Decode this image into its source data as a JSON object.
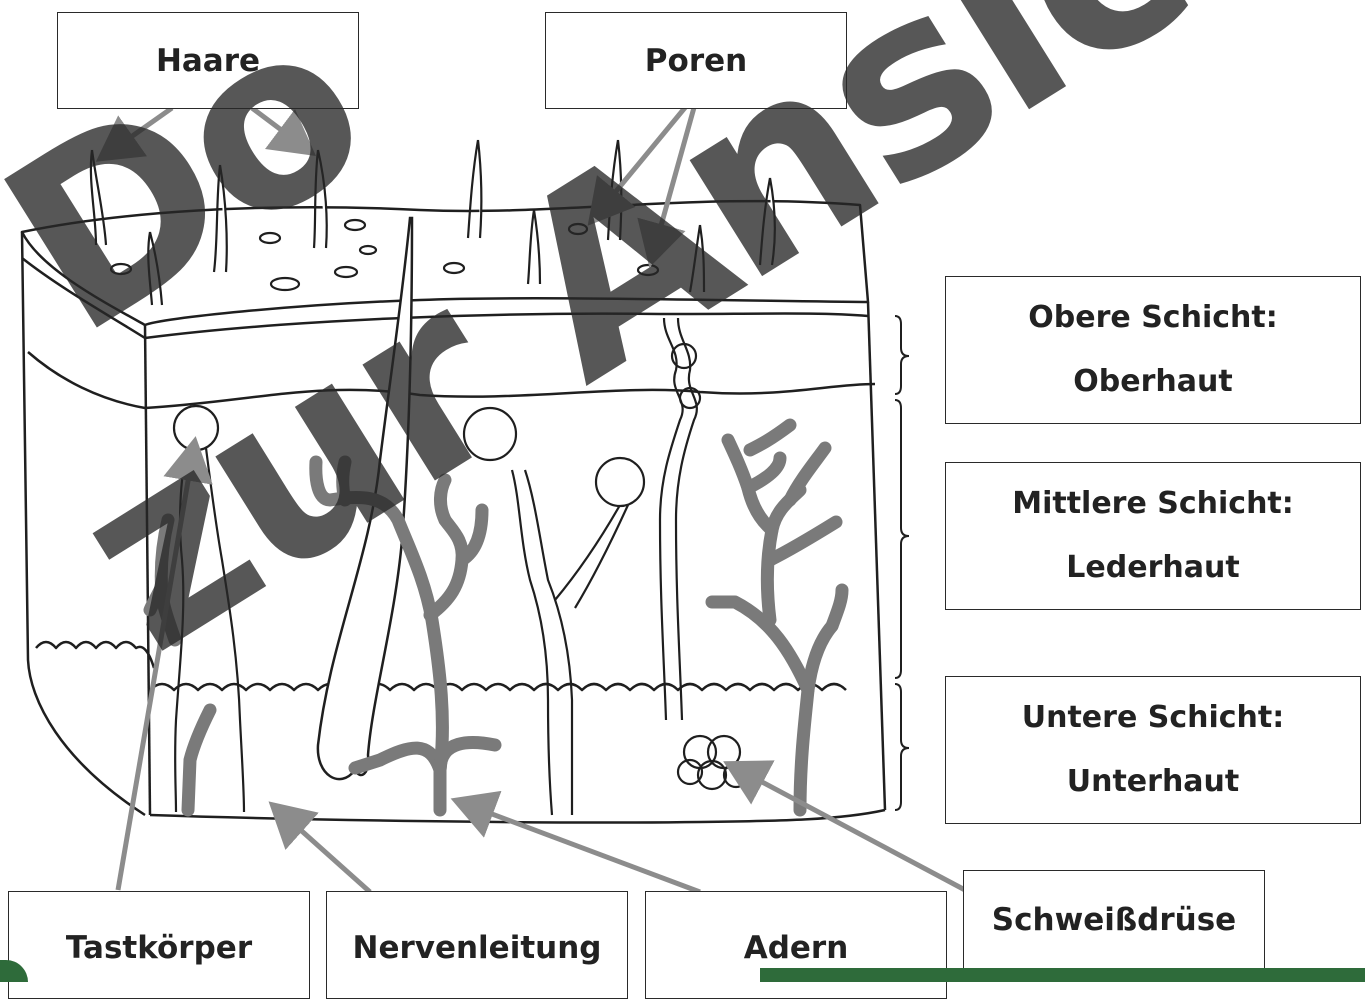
{
  "labels": {
    "haare": "Haare",
    "poren": "Poren",
    "tastkoerper": "Tastkörper",
    "nervenleitung": "Nervenleitung",
    "adern": "Adern",
    "schweissdruese": "Schweißdrüse"
  },
  "layers": {
    "obere": {
      "line1": "Obere Schicht:",
      "line2": "Oberhaut"
    },
    "mittlere": {
      "line1": "Mittlere Schicht:",
      "line2": "Lederhaut"
    },
    "untere": {
      "line1": "Untere Schicht:",
      "line2": "Unterhaut"
    }
  },
  "watermark": {
    "line1": "Do",
    "line2": "zur Ansicht"
  },
  "colors": {
    "outline": "#1f1f1f",
    "vessel": "#7a7a7a",
    "arrow": "#8c8c8c",
    "footer": "#2e6b3a"
  }
}
